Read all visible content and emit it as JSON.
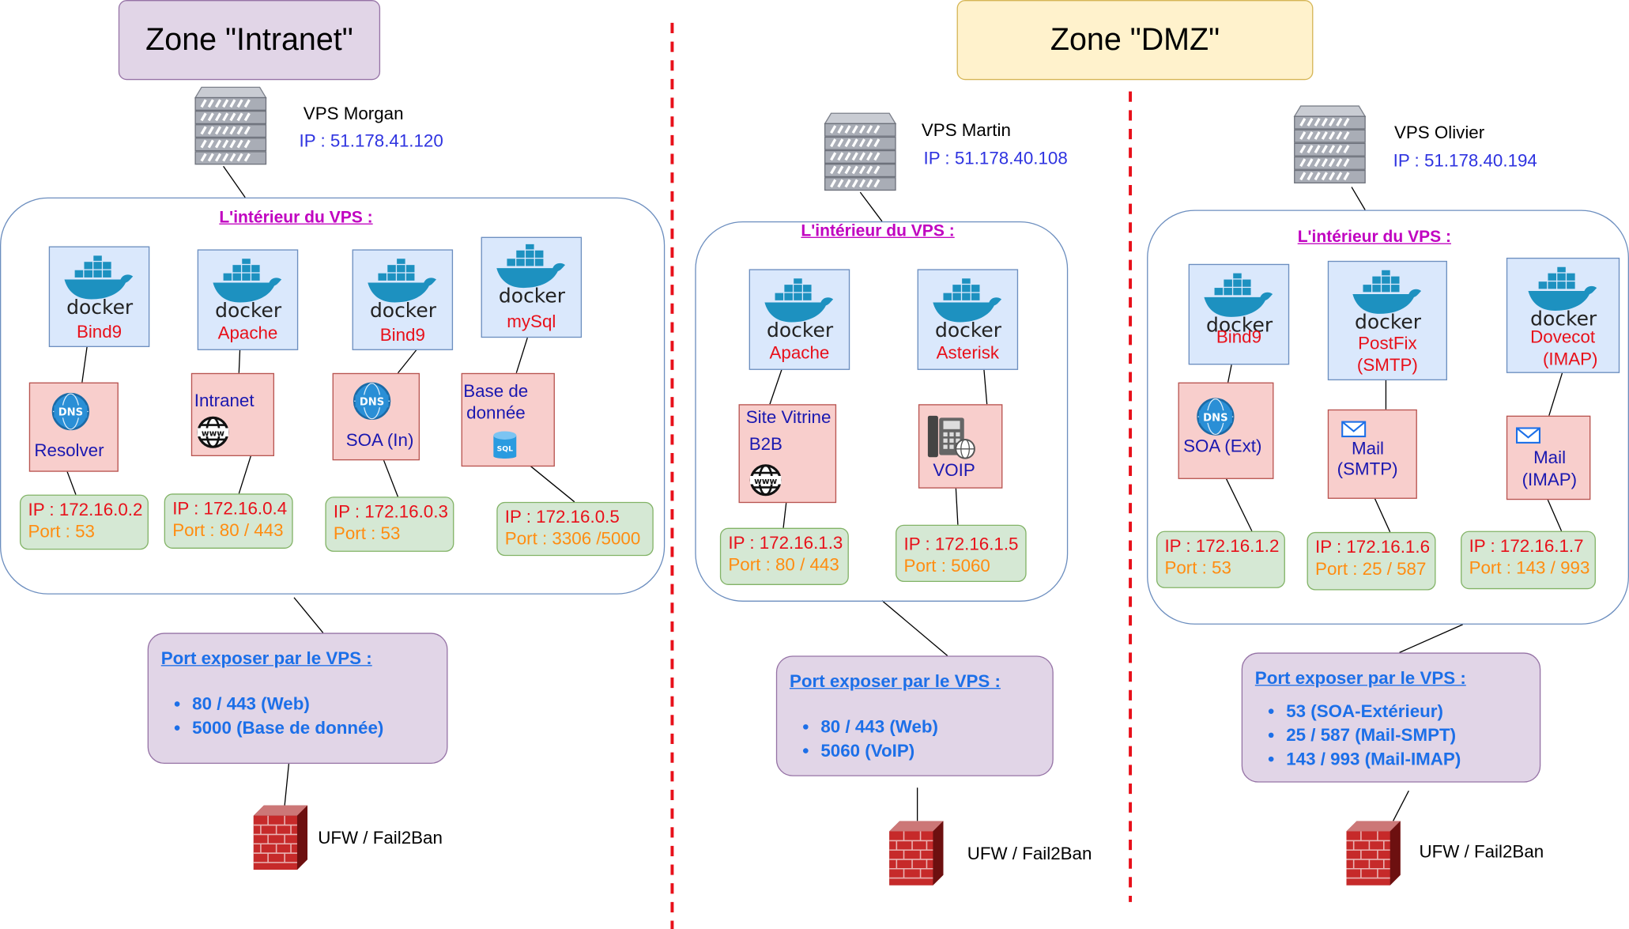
{
  "zones": {
    "intranet": {
      "title": "Zone \"Intranet\"",
      "fill": "#e1d5e7",
      "stroke": "#9673a6"
    },
    "dmz": {
      "title": "Zone \"DMZ\"",
      "fill": "#fff2cc",
      "stroke": "#d6b656"
    }
  },
  "inner_title": "L'intérieur du VPS :",
  "ports_heading": "Port exposer  par le VPS :",
  "firewall_label": "UFW / Fail2Ban",
  "docker_wordmark": "docker",
  "vps": {
    "morgan": {
      "name": "VPS Morgan",
      "ip": "IP : 51.178.41.120",
      "containers": [
        {
          "name": "Bind9",
          "service": [
            "Resolver"
          ],
          "service_icon": "dns-icon",
          "ip": "IP : 172.16.0.2",
          "port": "Port : 53"
        },
        {
          "name": "Apache",
          "service": [
            "Intranet"
          ],
          "service_icon": "www-globe-icon",
          "ip": "IP : 172.16.0.4",
          "port": "Port : 80 / 443"
        },
        {
          "name": "Bind9",
          "service": [
            "SOA (In)"
          ],
          "service_icon": "dns-icon",
          "ip": "IP : 172.16.0.3",
          "port": "Port : 53"
        },
        {
          "name": "mySql",
          "service": [
            "Base de",
            "donnée"
          ],
          "service_icon": "sql-database-icon",
          "ip": "IP : 172.16.0.5",
          "port": "Port : 3306 /5000"
        }
      ],
      "exposed_ports": [
        "80 / 443 (Web)",
        "5000 (Base de donnée)"
      ]
    },
    "martin": {
      "name": "VPS Martin",
      "ip": "IP : 51.178.40.108",
      "containers": [
        {
          "name": "Apache",
          "service": [
            "Site Vitrine",
            "B2B"
          ],
          "service_icon": "www-globe-icon",
          "ip": "IP : 172.16.1.3",
          "port": "Port : 80 / 443"
        },
        {
          "name": "Asterisk",
          "service": [
            "VOIP"
          ],
          "service_icon": "ip-phone-icon",
          "ip": "IP : 172.16.1.5",
          "port": "Port : 5060"
        }
      ],
      "exposed_ports": [
        "80 / 443 (Web)",
        "5060 (VoIP)"
      ]
    },
    "olivier": {
      "name": "VPS Olivier",
      "ip": "IP : 51.178.40.194",
      "containers": [
        {
          "name": "Bind9",
          "service": [
            "SOA (Ext)"
          ],
          "service_icon": "dns-icon",
          "ip": "IP : 172.16.1.2",
          "port": "Port : 53"
        },
        {
          "name": [
            "PostFix",
            "(SMTP)"
          ],
          "service": [
            "Mail",
            "(SMTP)"
          ],
          "service_icon": "mail-icon",
          "ip": "IP : 172.16.1.6",
          "port": "Port : 25 / 587"
        },
        {
          "name": [
            "Dovecot",
            "(IMAP)"
          ],
          "service": [
            "Mail",
            "(IMAP)"
          ],
          "service_icon": "mail-icon",
          "ip": "IP : 172.16.1.7",
          "port": "Port : 143 / 993"
        }
      ],
      "exposed_ports": [
        "53 (SOA-Extérieur)",
        "25 / 587 (Mail-SMPT)",
        "143 / 993 (Mail-IMAP)"
      ]
    }
  },
  "colors": {
    "zone_divider": "#e8101a",
    "docker_blue": "#1d91c0",
    "ip_text": "#e8101a",
    "port_text": "#ff8c10",
    "ports_text": "#1c6fe8",
    "inner_title": "#c000c0"
  }
}
